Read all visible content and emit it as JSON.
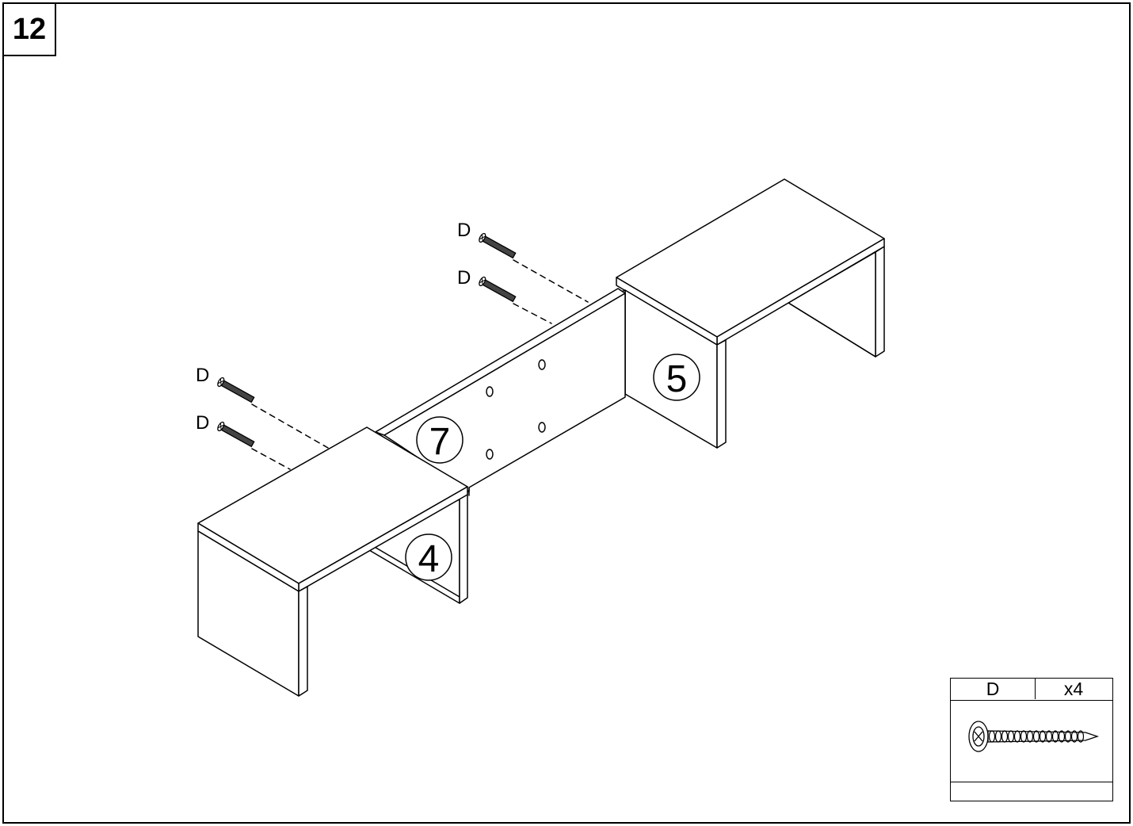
{
  "step": {
    "number": "12"
  },
  "parts": {
    "panel_a": "4",
    "panel_b": "5",
    "panel_c": "7"
  },
  "screw_labels": [
    "D",
    "D",
    "D",
    "D"
  ],
  "hardware": {
    "id": "D",
    "quantity": "x4",
    "icon": "screw-icon"
  },
  "colors": {
    "line": "#000000",
    "background": "#ffffff"
  }
}
